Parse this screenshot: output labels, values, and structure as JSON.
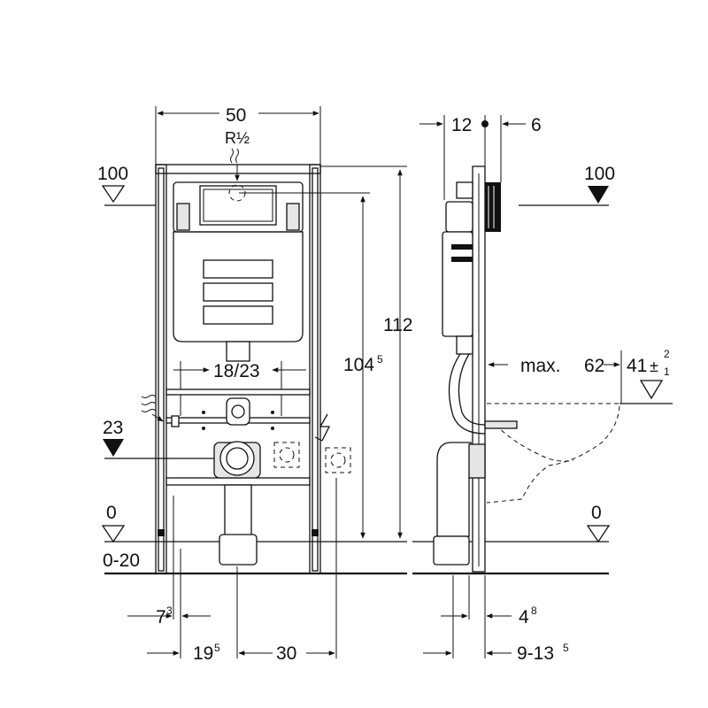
{
  "front_view": {
    "width": "50",
    "connection": "R½",
    "top_level": "100",
    "flush_pipe_spacing": "18/23",
    "waste_level": "23",
    "floor_level": "0",
    "floor_range": "0-20",
    "frame_height": "112",
    "height_main": "104",
    "height_sup": "5",
    "offset_main": "7",
    "offset_sup": "3",
    "left_dim_main": "19",
    "left_dim_sup": "5",
    "right_dim": "30"
  },
  "side_view": {
    "depth_a": "12",
    "depth_b": "6",
    "top_level": "100",
    "max_label": "max.",
    "max_value": "62",
    "bowl_height": "41",
    "tol_plus": "2",
    "tol_minus": "1",
    "tol_sign": "±",
    "floor_level": "0",
    "foot_main": "4",
    "foot_sup": "8",
    "depth_range_main": "9-13",
    "depth_range_sup": "5"
  }
}
